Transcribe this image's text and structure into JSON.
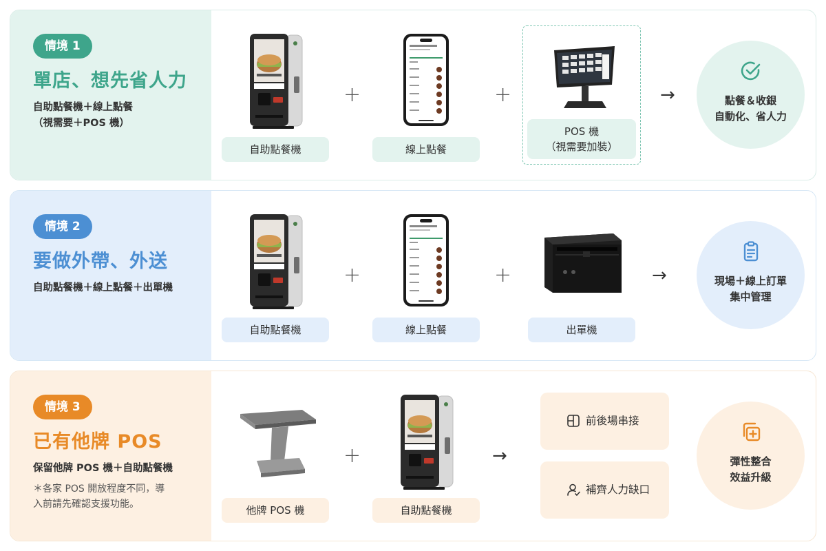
{
  "rows": [
    {
      "badge": "情境 1",
      "title": "單店、想先省人力",
      "subtitle_line1": "自助點餐機＋線上點餐",
      "subtitle_line2": "（視需要＋POS 機）",
      "devices": [
        "自助點餐機",
        "線上點餐"
      ],
      "optional_device_line1": "POS 機",
      "optional_device_line2": "（視需要加裝）",
      "plus": "+",
      "arrow": "→",
      "result_line1": "點餐＆收銀",
      "result_line2": "自動化、省人力",
      "result_icon": "check-circle-icon"
    },
    {
      "badge": "情境 2",
      "title": "要做外帶、外送",
      "subtitle": "自助點餐機＋線上點餐＋出單機",
      "devices": [
        "自助點餐機",
        "線上點餐",
        "出單機"
      ],
      "plus": "+",
      "arrow": "→",
      "result_line1": "現場＋線上訂單",
      "result_line2": "集中管理",
      "result_icon": "clipboard-icon"
    },
    {
      "badge": "情境 3",
      "title": "已有他牌 POS",
      "subtitle": "保留他牌 POS 機＋自助點餐機",
      "note_line1": "＊各家 POS 開放程度不同，導",
      "note_line2": "入前請先確認支援功能。",
      "devices": [
        "他牌 POS 機",
        "自助點餐機"
      ],
      "plus": "+",
      "arrow": "→",
      "features": [
        {
          "label": "前後場串接",
          "icon": "layout-icon"
        },
        {
          "label": "補齊人力缺口",
          "icon": "user-icon"
        }
      ],
      "result_line1": "彈性整合",
      "result_line2": "效益升級",
      "result_icon": "copy-plus-icon"
    }
  ],
  "colors": {
    "green": "#3ea58b",
    "blue": "#4c8fd3",
    "orange": "#e88a27"
  }
}
